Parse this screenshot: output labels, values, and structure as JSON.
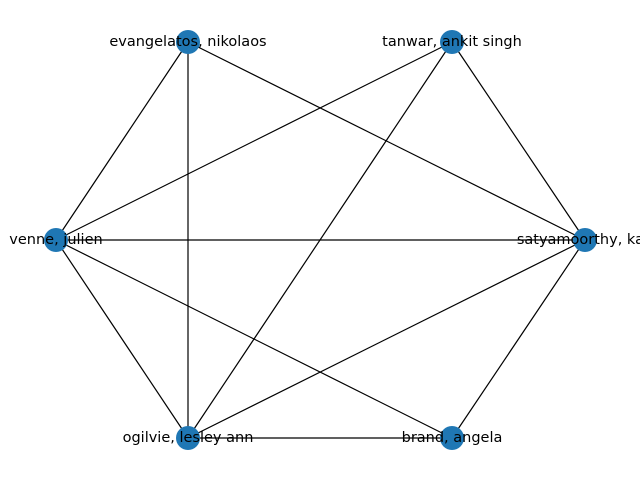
{
  "graph": {
    "node_color": "#1f77b4",
    "edge_color": "#000000",
    "nodes": [
      {
        "id": "evangelatos",
        "label": "evangelatos, nikolaos"
      },
      {
        "id": "tanwar",
        "label": "tanwar, ankit singh"
      },
      {
        "id": "lavenne",
        "label": "venne, julien"
      },
      {
        "id": "satyamoorthy",
        "label": "satyamoorthy, kap"
      },
      {
        "id": "ogilvie",
        "label": "ogilvie, lesley ann"
      },
      {
        "id": "brand",
        "label": "brand, angela"
      }
    ],
    "edges": [
      [
        "evangelatos",
        "lavenne"
      ],
      [
        "evangelatos",
        "ogilvie"
      ],
      [
        "evangelatos",
        "satyamoorthy"
      ],
      [
        "tanwar",
        "lavenne"
      ],
      [
        "tanwar",
        "ogilvie"
      ],
      [
        "tanwar",
        "satyamoorthy"
      ],
      [
        "lavenne",
        "satyamoorthy"
      ],
      [
        "lavenne",
        "ogilvie"
      ],
      [
        "lavenne",
        "brand"
      ],
      [
        "ogilvie",
        "satyamoorthy"
      ],
      [
        "ogilvie",
        "brand"
      ],
      [
        "satyamoorthy",
        "brand"
      ]
    ]
  }
}
